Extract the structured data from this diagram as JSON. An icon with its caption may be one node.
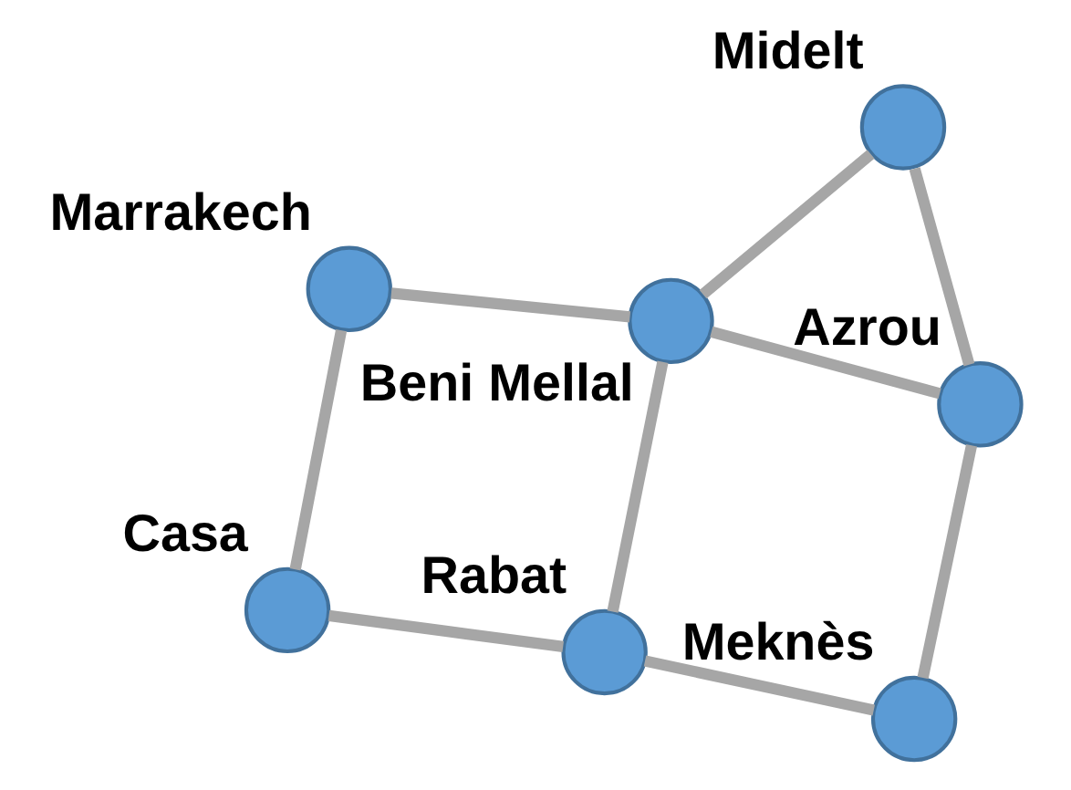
{
  "diagram": {
    "nodes": [
      {
        "text": [],
        "shape": "circle",
        "beside": [
          "Meknès"
        ]
      },
      {
        "text": [],
        "shape": "circle",
        "beside": [
          "Azrou"
        ]
      },
      {
        "text": [],
        "shape": "circle",
        "beside": [
          "Rabat"
        ]
      },
      {
        "text": [],
        "shape": "circle",
        "beside": [
          "Midelt"
        ]
      },
      {
        "text": [],
        "shape": "circle",
        "beside": [
          "Casa"
        ]
      },
      {
        "text": [],
        "shape": "circle",
        "beside": [
          "Beni Mellal"
        ]
      },
      {
        "text": [],
        "shape": "circle",
        "beside": [
          "Marrakech"
        ]
      }
    ],
    "edges": [
      {
        "from": 2,
        "to": 0,
        "arrow": "none"
      },
      {
        "from": 0,
        "to": 1,
        "arrow": "none"
      },
      {
        "from": 2,
        "to": 4,
        "arrow": "none"
      },
      {
        "from": 2,
        "to": 5,
        "arrow": "none"
      },
      {
        "from": 4,
        "to": 6,
        "arrow": "none"
      },
      {
        "from": 6,
        "to": 5,
        "arrow": "none"
      },
      {
        "from": 1,
        "to": 5,
        "arrow": "none"
      },
      {
        "from": 1,
        "to": 3,
        "arrow": "none"
      },
      {
        "from": 3,
        "to": 5,
        "arrow": "none"
      }
    ]
  }
}
